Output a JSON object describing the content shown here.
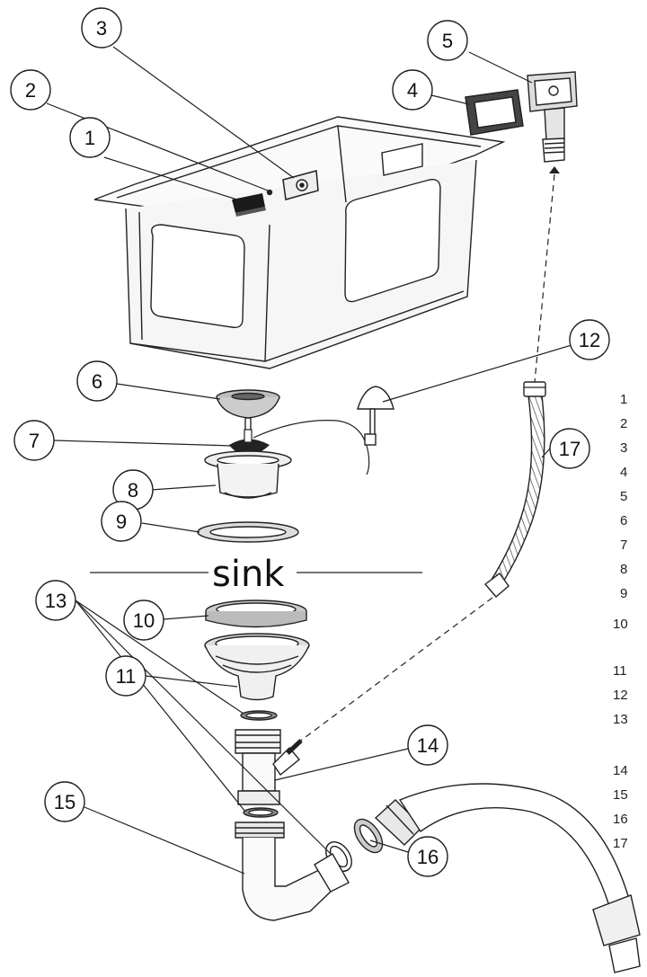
{
  "diagram_label": "sink",
  "callouts": [
    "1",
    "2",
    "3",
    "4",
    "5",
    "6",
    "7",
    "8",
    "9",
    "10",
    "11",
    "12",
    "13",
    "14",
    "15",
    "16",
    "17"
  ],
  "legend_numbers": [
    "1",
    "2",
    "3",
    "4",
    "5",
    "6",
    "7",
    "8",
    "9",
    "10",
    "11",
    "12",
    "13",
    "14",
    "15",
    "16",
    "17"
  ]
}
